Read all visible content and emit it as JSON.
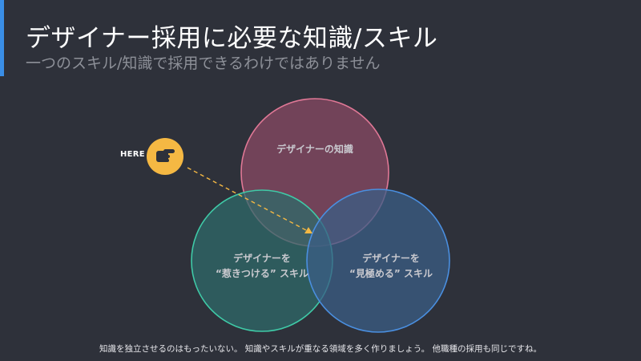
{
  "title": "デザイナー採用に必要な知識/スキル",
  "subtitle": "一つのスキル/知識で採用できるわけではありません",
  "venn": {
    "circles": [
      {
        "label_lines": [
          "デザイナーの知識"
        ],
        "fill": "#8a4a64",
        "stroke": "#e07896"
      },
      {
        "label_lines": [
          "デザイナーを",
          "“惹きつける” スキル"
        ],
        "fill": "#2f6a6a",
        "stroke": "#3fcaa7"
      },
      {
        "label_lines": [
          "デザイナーを",
          "“見極める” スキル"
        ],
        "fill": "#3b5e86",
        "stroke": "#4a8fe0"
      }
    ],
    "pointer": {
      "label": "HERE",
      "icon": "pointing-hand-icon",
      "color": "#f5b843",
      "arrow_color": "#f5b843"
    }
  },
  "footnote": "知識を独立させるのはもったいない。 知識やスキルが重なる領域を多く作りましょう。 他職種の採用も同じですね。"
}
